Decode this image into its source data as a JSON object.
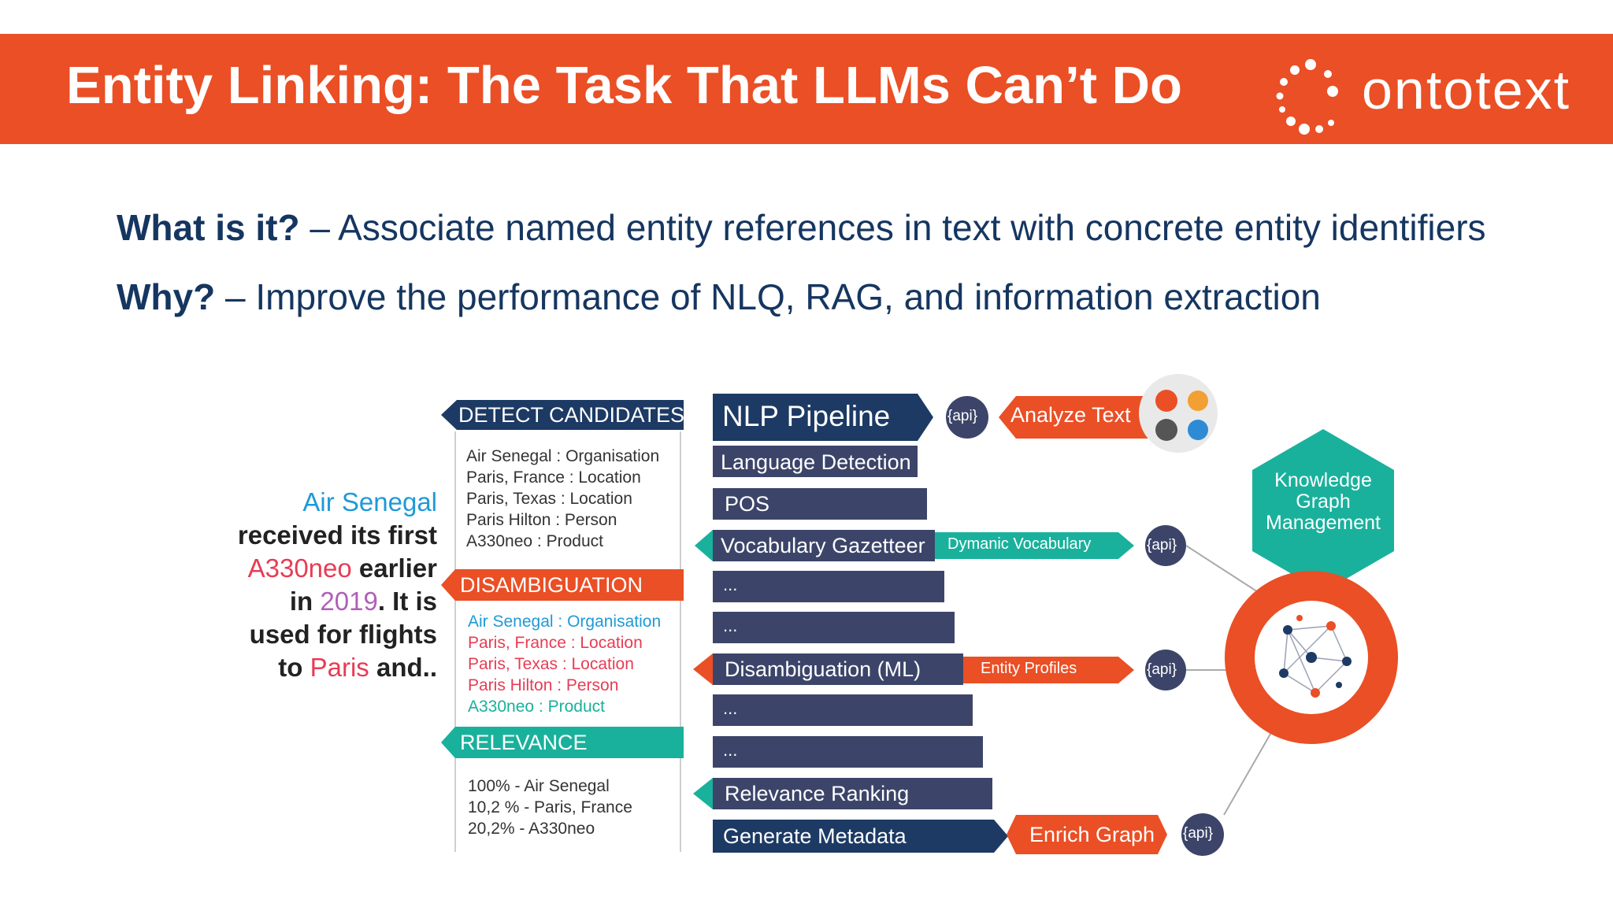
{
  "header": {
    "title": "Entity Linking: The Task That LLMs Can’t Do",
    "logo_text": "ontotext"
  },
  "bullets": [
    {
      "term": "What is it?",
      "text": " – Associate named entity references in text with concrete entity identifiers"
    },
    {
      "term": "Why?",
      "text": " – Improve the performance of NLQ, RAG, and information extraction"
    }
  ],
  "sample_text": {
    "air_senegal": "Air Senegal",
    "received": "received its first",
    "a330": "A330neo",
    "earlier": " earlier",
    "in": "in ",
    "year": "2019",
    "it_is": ". It is",
    "used": "used for flights",
    "to": "to ",
    "paris": "Paris",
    "and": " and.."
  },
  "stages": {
    "detect": "DETECT CANDIDATES",
    "disambig": "DISAMBIGUATION",
    "relevance": "RELEVANCE"
  },
  "candidates": [
    "Air Senegal : Organisation",
    "Paris, France : Location",
    "Paris, Texas : Location",
    "Paris Hilton : Person",
    "A330neo : Product"
  ],
  "disambiguated": [
    "Air Senegal : Organisation",
    "Paris, France : Location",
    "Paris, Texas : Location",
    "Paris Hilton : Person",
    "A330neo : Product"
  ],
  "relevance_scores": [
    "100% - Air Senegal",
    "10,2 % -  Paris, France",
    "20,2% - A330neo"
  ],
  "pipeline": {
    "title": "NLP Pipeline",
    "steps": [
      "Language Detection",
      "POS",
      "Vocabulary Gazetteer",
      "...",
      "...",
      "Disambiguation (ML)",
      "...",
      "...",
      "Relevance Ranking",
      "Generate Metadata"
    ]
  },
  "connectors": {
    "analyze": "Analyze Text",
    "vocab": "Dymanic Vocabulary",
    "profiles": "Entity Profiles",
    "enrich": "Enrich Graph",
    "api": "{api}"
  },
  "kg": {
    "line1": "Knowledge",
    "line2": "Graph",
    "line3": "Management"
  },
  "colors": {
    "orange": "#ea4f25",
    "navy": "#3c4569",
    "teal": "#19b19c",
    "title_blue": "#153660"
  }
}
